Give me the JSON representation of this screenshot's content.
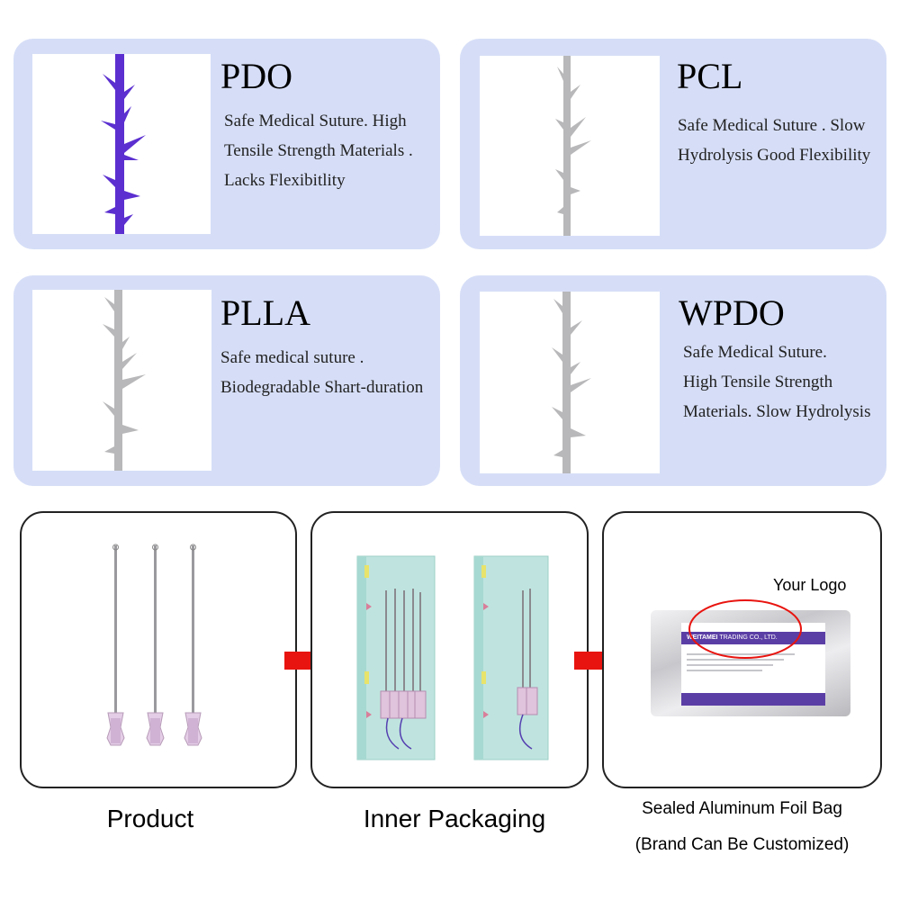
{
  "cards": [
    {
      "title": "PDO",
      "lines": [
        "Safe Medical Suture. High",
        "Tensile Strength Materials .",
        "Lacks Flexibitlity"
      ]
    },
    {
      "title": "PCL",
      "lines": [
        "Safe Medical Suture . Slow",
        "Hydrolysis Good Flexibility"
      ]
    },
    {
      "title": "PLLA",
      "lines": [
        "Safe medical suture .",
        "Biodegradable Shart-duration"
      ]
    },
    {
      "title": "WPDO",
      "lines": [
        "Safe Medical Suture.",
        "High Tensile Strength",
        "Materials. Slow Hydrolysis"
      ]
    }
  ],
  "thread_colors": {
    "pdo": "#5b2fd0",
    "gray": "#b8b8ba"
  },
  "packaging": {
    "labels": [
      "Product",
      "Inner Packaging",
      "Sealed Aluminum Foil Bag"
    ],
    "sublabel": "(Brand Can Be Customized)",
    "logo_callout": "Your Logo",
    "foil_brand": "WEITAMEI",
    "foil_trading": "TRADING CO., LTD."
  },
  "arrow_color": "#e8140f"
}
